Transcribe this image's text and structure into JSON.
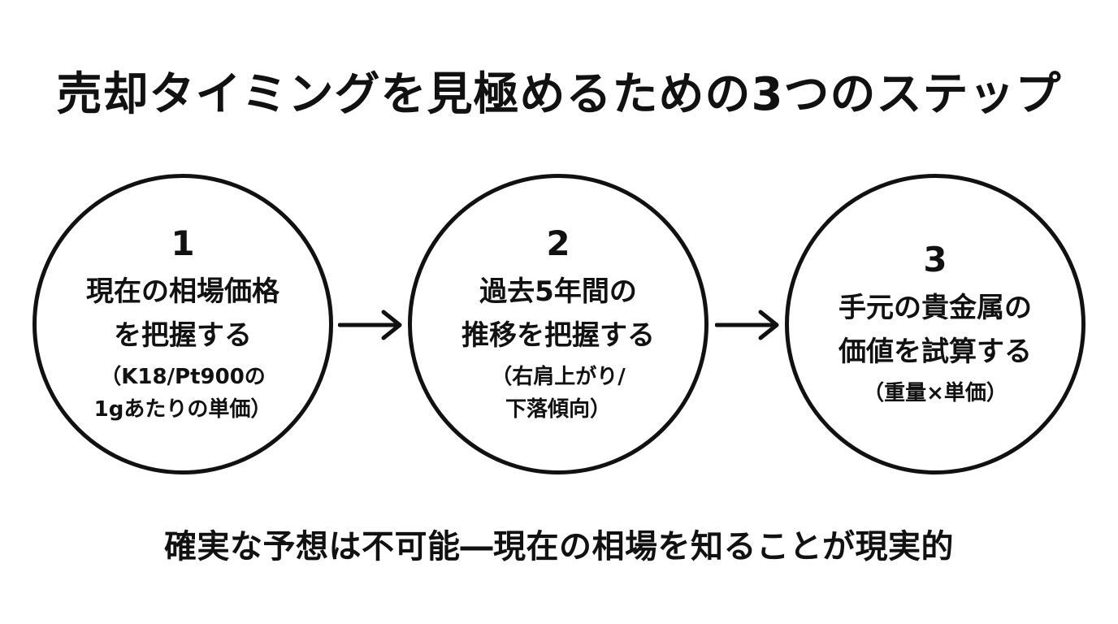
{
  "title": "売却タイミングを見極めるための3つのステップ",
  "steps": [
    {
      "number": "1",
      "title_lines": [
        "現在の相場価格",
        "を把握する"
      ],
      "note_lines": [
        "（K18/Pt900の",
        "1gあたりの単価）"
      ]
    },
    {
      "number": "2",
      "title_lines": [
        "過去5年間の",
        "推移を把握する"
      ],
      "note_lines": [
        "（右肩上がり/",
        "下落傾向）"
      ]
    },
    {
      "number": "3",
      "title_lines": [
        "手元の貴金属の",
        "価値を試算する"
      ],
      "note_lines": [
        "（重量×単価）"
      ]
    }
  ],
  "icons": {
    "arrow": "arrow-right-icon"
  },
  "footer": "確実な予想は不可能―現在の相場を知ることが現実的",
  "colors": {
    "ink": "#111111",
    "background": "#ffffff"
  }
}
